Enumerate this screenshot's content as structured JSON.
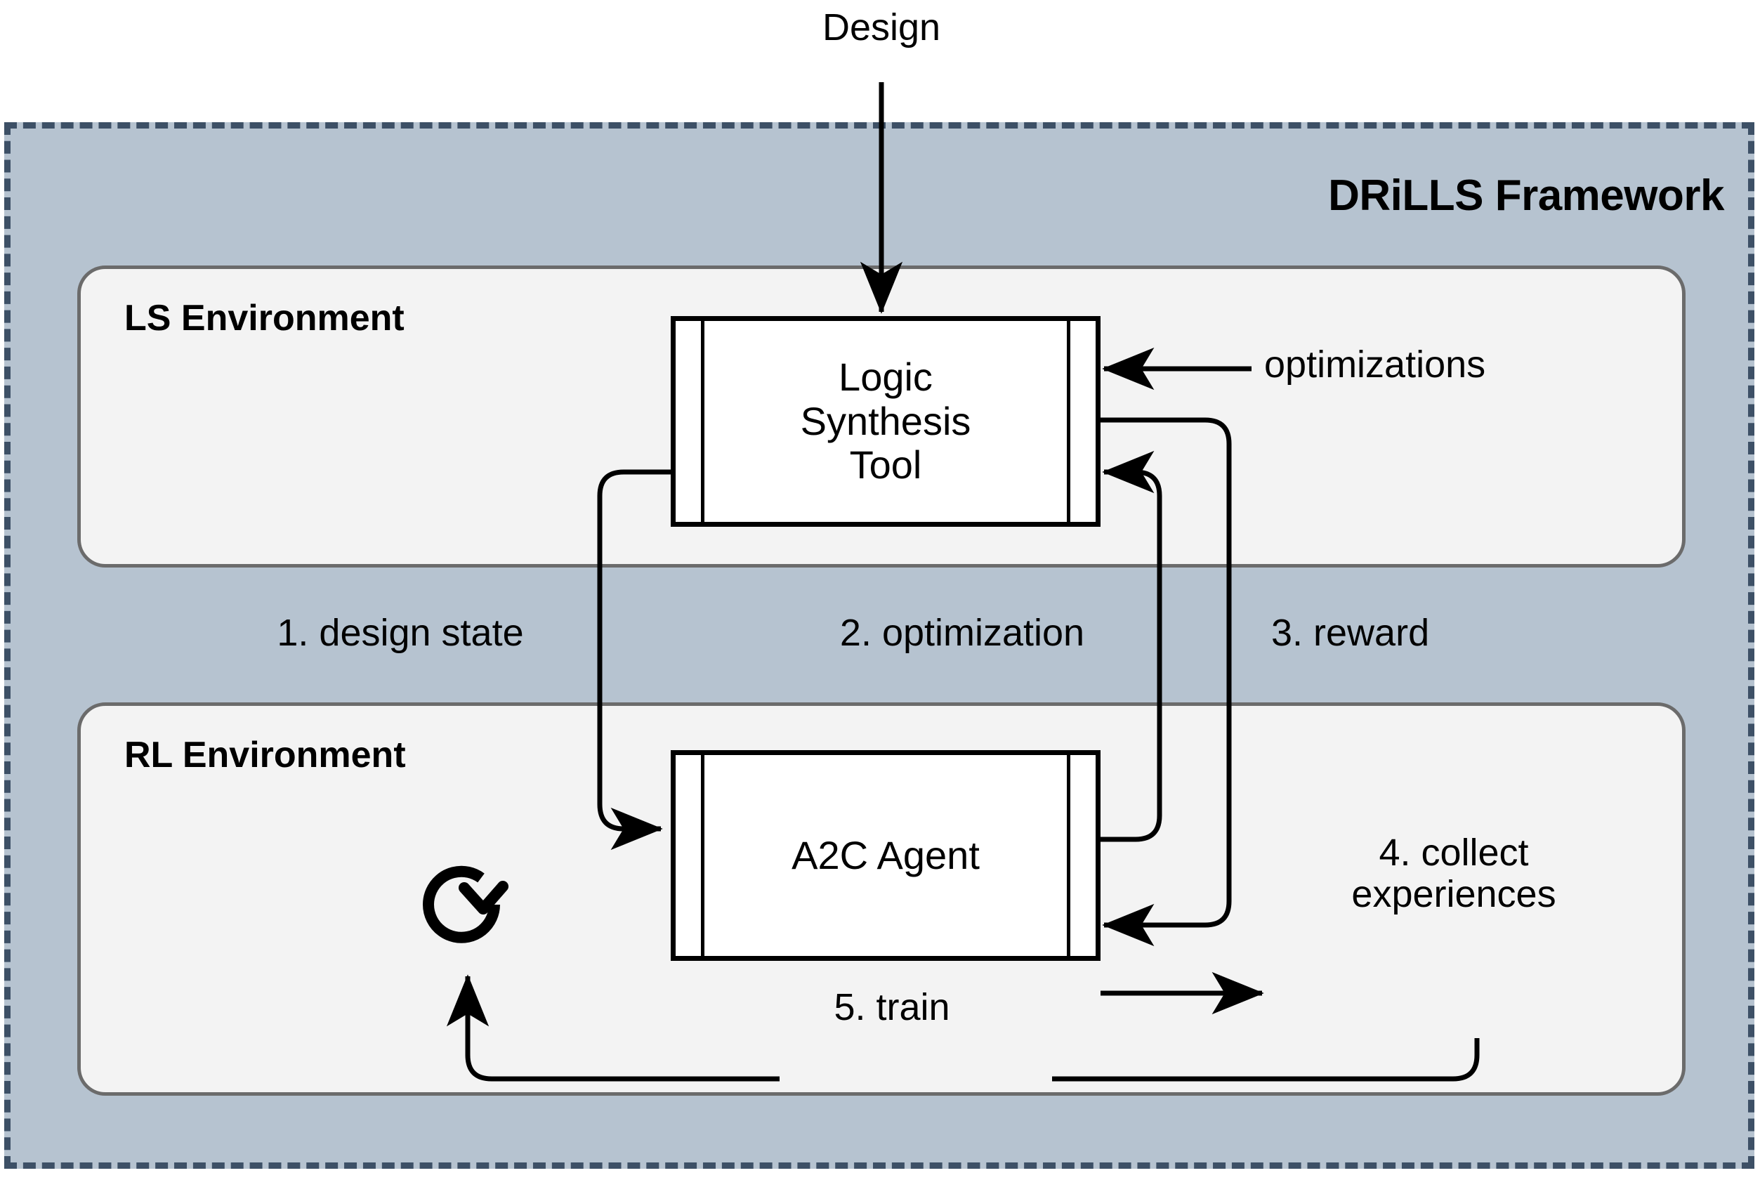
{
  "diagram": {
    "title": "DRiLLS Framework",
    "type": "flow-diagram"
  },
  "framework": {
    "title": "DRiLLS Framework",
    "background_color": "#b6c3d0",
    "border_color": "#3d5066",
    "border_style": "dashed"
  },
  "environments": [
    {
      "id": "ls",
      "title": "LS Environment",
      "background_color": "#f3f3f3",
      "border_color": "#6b6b6b"
    },
    {
      "id": "rl",
      "title": "RL Environment",
      "background_color": "#f3f3f3",
      "border_color": "#6b6b6b"
    }
  ],
  "nodes": [
    {
      "id": "logic-synthesis-tool",
      "label": "Logic\nSynthesis\nTool",
      "environment": "ls",
      "shape": "uml-component"
    },
    {
      "id": "a2c-agent",
      "label": "A2C Agent",
      "environment": "rl",
      "shape": "uml-component"
    }
  ],
  "labels": {
    "design": "Design",
    "optimizations": "optimizations",
    "design_state": "1. design state",
    "optimization": "2. optimization",
    "reward": "3. reward",
    "collect_experiences": "4. collect\nexperiences",
    "train": "5. train"
  },
  "edges": [
    {
      "id": "design-in",
      "label": "Design",
      "from": "external",
      "to": "logic-synthesis-tool",
      "direction": "down"
    },
    {
      "id": "optimizations-in",
      "label": "optimizations",
      "from": "external",
      "to": "logic-synthesis-tool",
      "direction": "left"
    },
    {
      "id": "step-1",
      "label": "1. design state",
      "from": "logic-synthesis-tool",
      "to": "a2c-agent",
      "direction": "left-down-right"
    },
    {
      "id": "step-2",
      "label": "2. optimization",
      "from": "a2c-agent",
      "to": "logic-synthesis-tool",
      "direction": "right-up-left"
    },
    {
      "id": "step-3",
      "label": "3. reward",
      "from": "logic-synthesis-tool",
      "to": "a2c-agent",
      "direction": "right-down-left"
    },
    {
      "id": "step-4",
      "label": "4. collect\nexperiences",
      "from": "a2c-agent",
      "to": "buffer",
      "direction": "right"
    },
    {
      "id": "step-5",
      "label": "5. train",
      "from": "buffer",
      "to": "loop",
      "direction": "down-left-up"
    }
  ],
  "icons": {
    "refresh_loop": "refresh-loop-icon"
  },
  "colors": {
    "framework_fill": "#b6c3d0",
    "framework_border": "#3d5066",
    "panel_fill": "#f3f3f3",
    "panel_border": "#6b6b6b",
    "node_fill": "#ffffff",
    "node_border": "#000000",
    "connector": "#000000",
    "text": "#000000"
  }
}
